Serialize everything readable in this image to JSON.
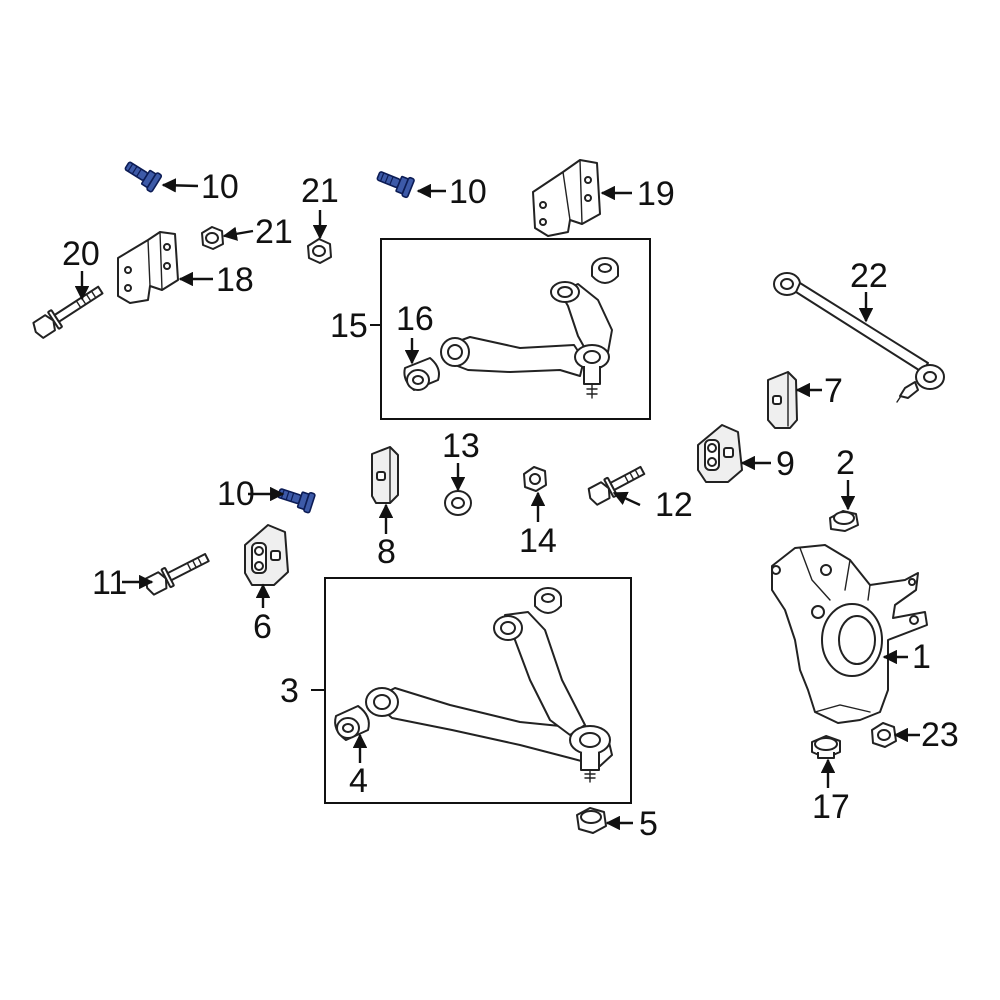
{
  "callouts": {
    "c1": "1",
    "c2": "2",
    "c3": "3",
    "c4": "4",
    "c5": "5",
    "c6": "6",
    "c7": "7",
    "c8": "8",
    "c9": "9",
    "c10a": "10",
    "c10b": "10",
    "c10c": "10",
    "c11": "11",
    "c12": "12",
    "c13": "13",
    "c14": "14",
    "c15": "15",
    "c16": "16",
    "c17": "17",
    "c18": "18",
    "c19": "19",
    "c20": "20",
    "c21a": "21",
    "c21b": "21",
    "c22": "22",
    "c23": "23"
  },
  "colors": {
    "highlight": "#3d5aa8",
    "line": "#222222",
    "background": "#ffffff"
  }
}
